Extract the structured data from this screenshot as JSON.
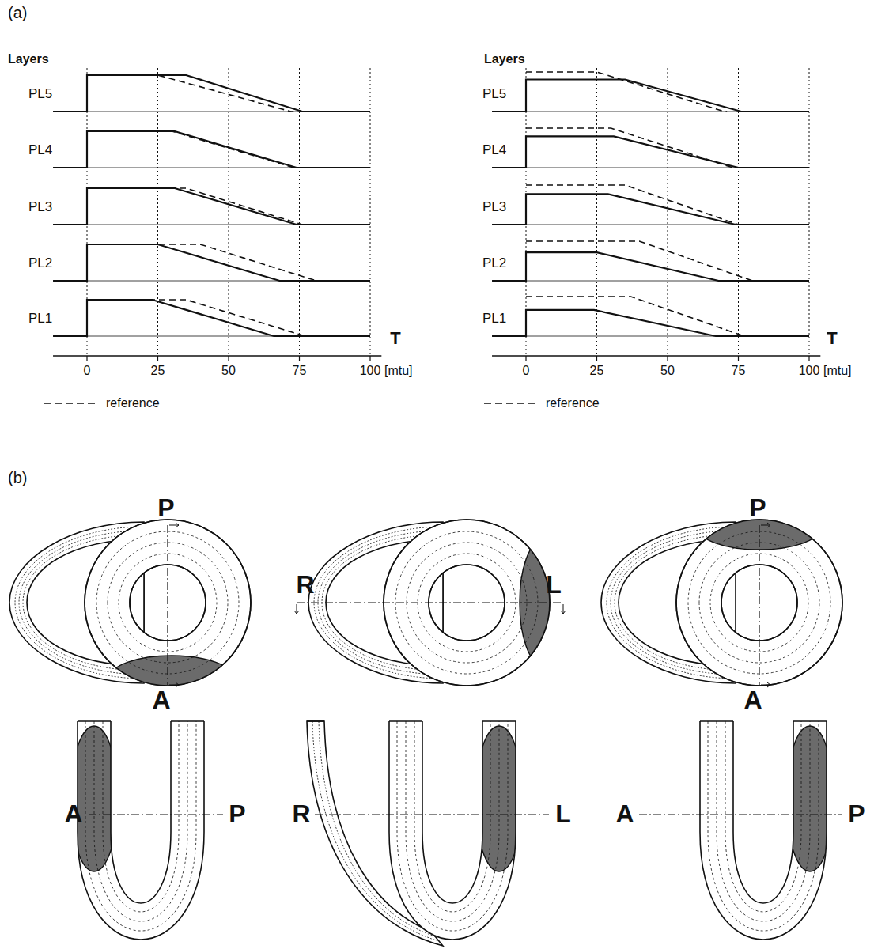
{
  "diagram": {
    "labels": [
      "(a)",
      "Layers",
      "PL5",
      "PL4",
      "PL3",
      "PL2",
      "PL1",
      "T",
      "0",
      "25",
      "50",
      "75",
      "100",
      "[mtu]",
      "Layers",
      "PL5",
      "PL4",
      "PL3",
      "PL2",
      "PL1",
      "T",
      "0",
      "25",
      "50",
      "75",
      "100",
      "[mtu]",
      "(b)",
      "P",
      "A",
      "R",
      "L",
      "P",
      "A",
      "A",
      "P",
      "R",
      "L",
      "A",
      "P"
    ],
    "legend": [
      {
        "text": "reference"
      },
      {
        "text": "reference"
      }
    ]
  }
}
